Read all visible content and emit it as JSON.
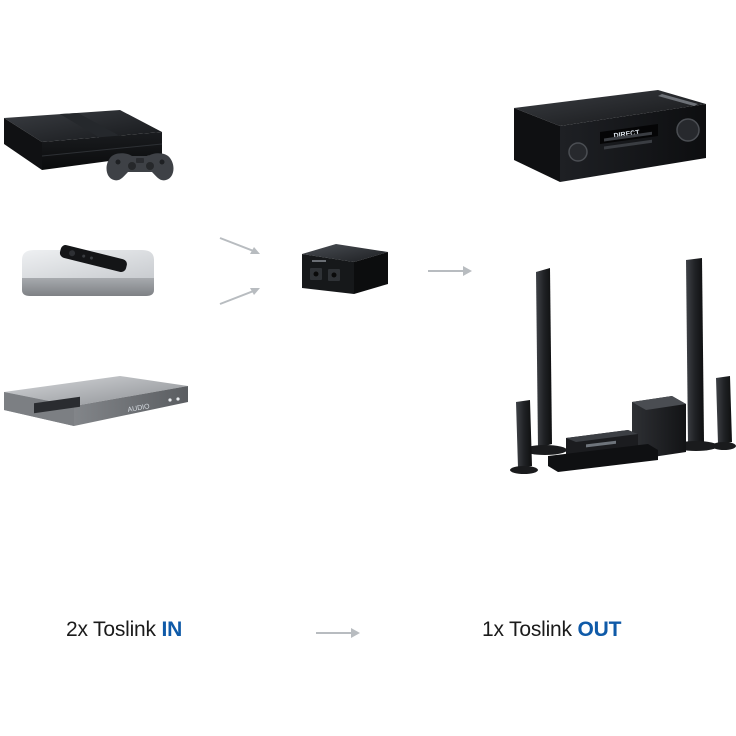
{
  "input_caption": {
    "prefix": "2x Toslink ",
    "highlight": "IN"
  },
  "output_caption": {
    "prefix": "1x Toslink ",
    "highlight": "OUT"
  },
  "receiver_display_text": "DIRECT",
  "player_display_text": "AUDIO",
  "colors": {
    "highlight": "#0f5aa8",
    "arrow": "#b8bcc0",
    "caption_text": "#1b1b1b"
  },
  "icons": [
    "game-console-icon",
    "media-player-icon",
    "disc-player-icon",
    "toslink-switch-icon",
    "av-receiver-icon",
    "home-theater-speakers-icon",
    "arrow-right-icon"
  ]
}
